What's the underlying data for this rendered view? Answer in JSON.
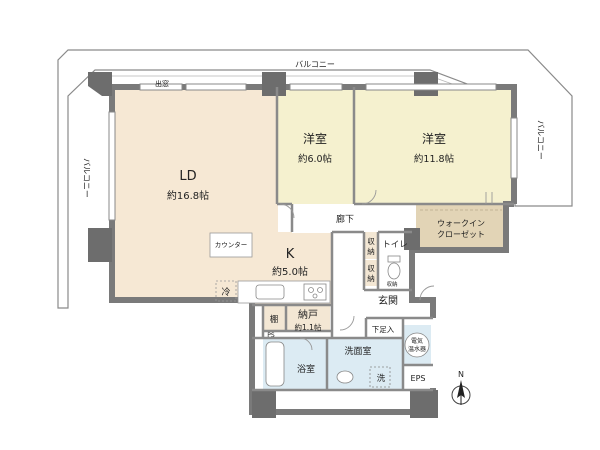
{
  "colors": {
    "ld": "#f6e8d4",
    "western": "#f5f1cf",
    "closet": "#e2d4b6",
    "storage": "#f3e7d4",
    "wet": "#dcebf3",
    "balcony": "#ffffff",
    "wall": "#7a7a7a"
  },
  "labels": {
    "balcony_top": "バルコニー",
    "balcony_left": "バルコニー",
    "balcony_right": "バルコニー",
    "bay_window": "出窓",
    "ld_name": "LD",
    "ld_size": "約16.8帖",
    "k_name": "K",
    "k_size": "約5.0帖",
    "counter": "カウンター",
    "fridge": "冷",
    "western1_name": "洋室",
    "western1_size": "約6.0帖",
    "western2_name": "洋室",
    "western2_size": "約11.8帖",
    "walkin_line1": "ウォークイン",
    "walkin_line2": "クローゼット",
    "hallway": "廊下",
    "storage_a_line1": "収",
    "storage_a_line2": "納",
    "storage_b_line1": "収",
    "storage_b_line2": "納",
    "toilet": "トイレ",
    "shelf_small": "収納",
    "entrance": "玄関",
    "shoe_box": "下足入",
    "shelf": "棚",
    "pantry_name": "納戸",
    "pantry_size": "約1.1帖",
    "ps": "PS",
    "washroom": "洗面室",
    "water_heater_line1": "電気",
    "water_heater_line2": "温水器",
    "bathroom": "浴室",
    "washer": "洗",
    "eps": "EPS",
    "north": "N"
  }
}
